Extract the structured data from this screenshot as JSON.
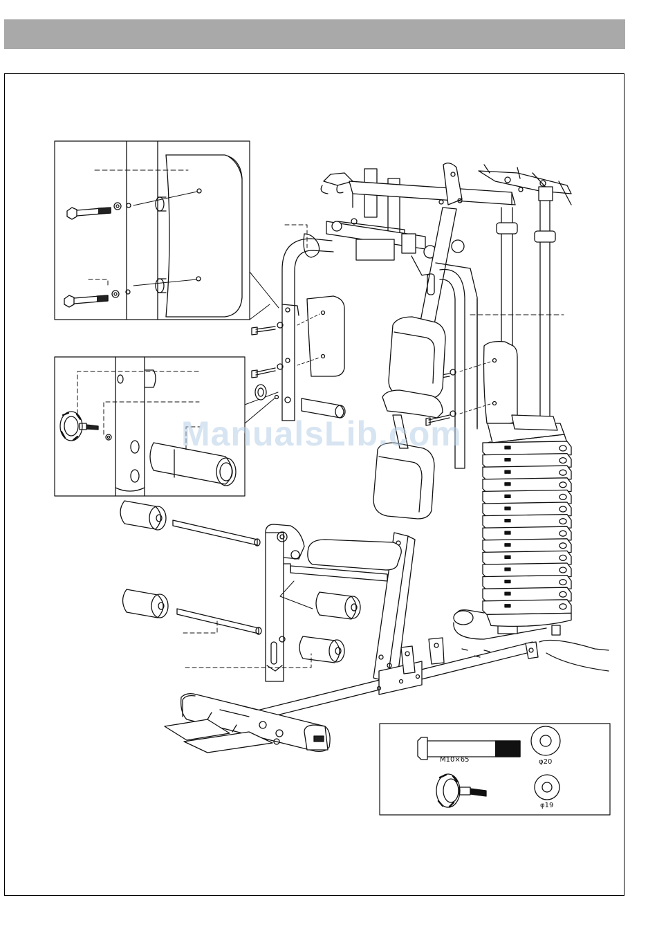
{
  "hardware_legend": {
    "bolt_label": "M10×65",
    "washer_large_label": "φ20",
    "washer_small_label": "φ19"
  },
  "watermark": {
    "text": "ManualsLib.com"
  },
  "colors": {
    "header_bar": "#a9a9a9",
    "line": "#111111",
    "watermark": "#b8cfe6"
  }
}
